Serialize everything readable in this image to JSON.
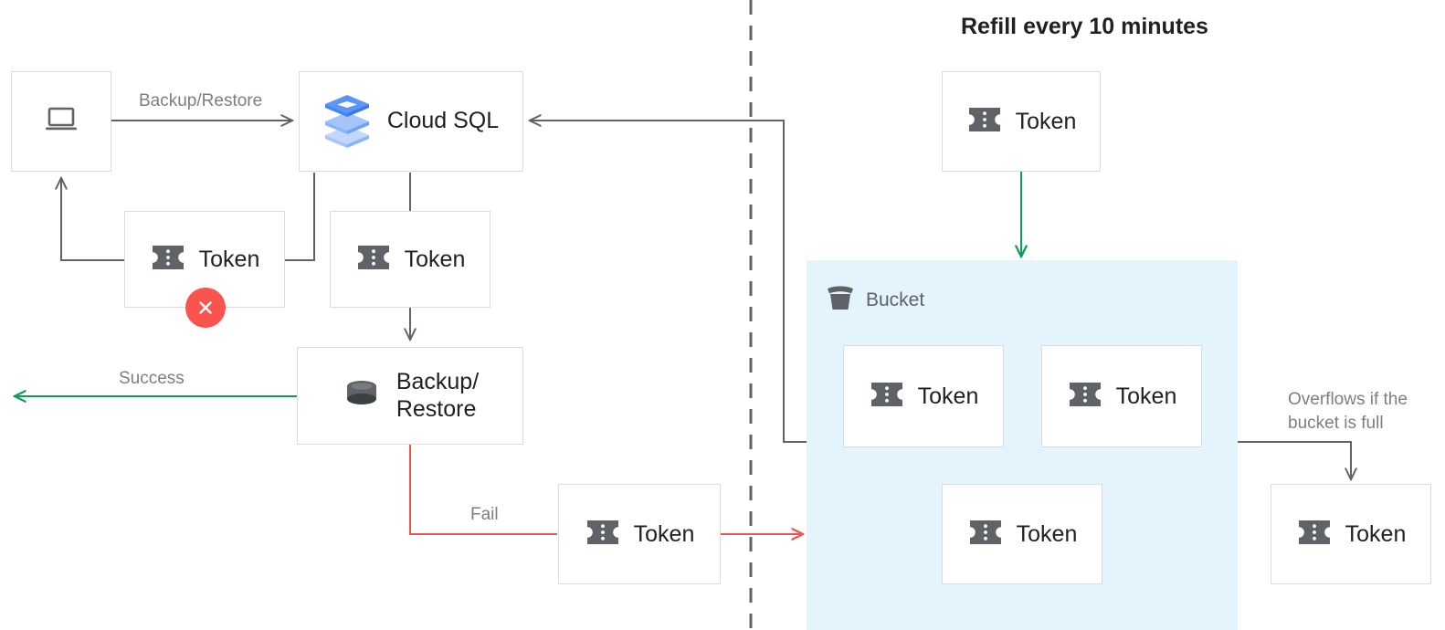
{
  "title": "Refill every 10 minutes",
  "colors": {
    "arrow_gray": "#5f6368",
    "arrow_green": "#0f9d58",
    "arrow_red": "#f4524d",
    "box_border": "#dadce0",
    "bucket_bg": "#e3f4fd",
    "icon_gray": "#5f6368",
    "label_gray": "#7b7f84",
    "text_dark": "#202124",
    "error_red": "#fb544e",
    "cloudsql_blue_dark": "#4285f4",
    "cloudsql_blue_mid": "#8ab4f8",
    "cloudsql_blue_light": "#c2d7fb"
  },
  "nodes": {
    "client": {
      "icon": "laptop-icon",
      "label": ""
    },
    "cloud_sql": {
      "icon": "cloud-sql-icon",
      "label": "Cloud SQL"
    },
    "token_failed": {
      "icon": "token-icon",
      "label": "Token",
      "badge": "error-x-badge"
    },
    "token_consumed": {
      "icon": "token-icon",
      "label": "Token"
    },
    "backup_restore": {
      "icon": "database-icon",
      "label": "Backup/\nRestore"
    },
    "token_fail_return": {
      "icon": "token-icon",
      "label": "Token"
    },
    "token_refill": {
      "icon": "token-icon",
      "label": "Token"
    },
    "bucket_token_1": {
      "icon": "token-icon",
      "label": "Token"
    },
    "bucket_token_2": {
      "icon": "token-icon",
      "label": "Token"
    },
    "bucket_token_3": {
      "icon": "token-icon",
      "label": "Token"
    },
    "token_overflow": {
      "icon": "token-icon",
      "label": "Token"
    }
  },
  "bucket": {
    "icon": "bucket-icon",
    "title": "Bucket"
  },
  "edge_labels": {
    "backup_restore": "Backup/Restore",
    "success": "Success",
    "fail": "Fail",
    "overflow": "Overflows if the\nbucket is full"
  }
}
